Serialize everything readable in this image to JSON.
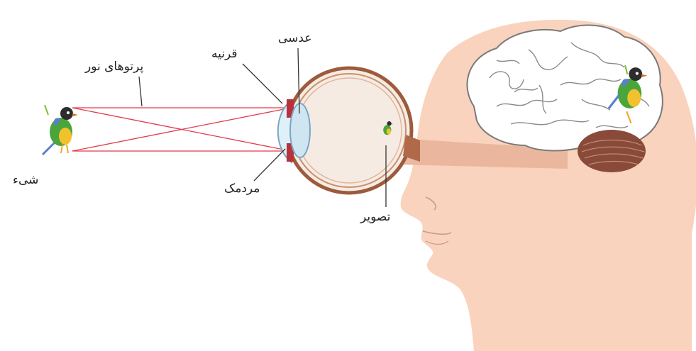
{
  "labels": {
    "light_rays": "پرتوهای نور",
    "cornea": "قرنیه",
    "lens": "عدسی",
    "object": "شیء",
    "pupil": "مردمک",
    "image": "تصویر"
  },
  "colors": {
    "skin": "#f9d3bd",
    "ray": "#e23b4c",
    "optic_nerve": "#e9b59c",
    "brain": "#ffffff",
    "cerebellum": "#8a4a3a",
    "eye_wall": "#9c5b3c",
    "lens": "#cfe6f2",
    "bird_green": "#4aa53a",
    "bird_yellow": "#f2c12e",
    "bird_blue": "#5a7fcf"
  }
}
